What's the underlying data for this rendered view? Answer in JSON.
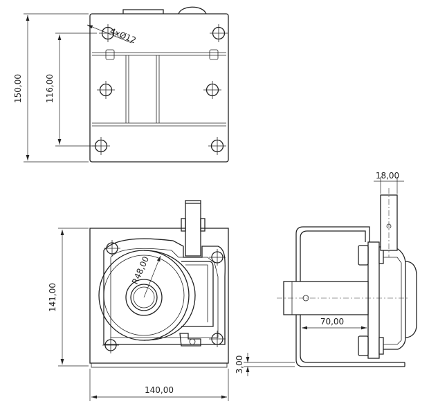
{
  "dimensions": {
    "top_height": "150,00",
    "top_bolt_spacing": "116,00",
    "hole_note": "4xØ12",
    "front_height": "141,00",
    "front_width": "140,00",
    "radius": "R48,00",
    "side_tube": "18,00",
    "side_depth": "70,00",
    "plate_thickness": "3,00"
  }
}
